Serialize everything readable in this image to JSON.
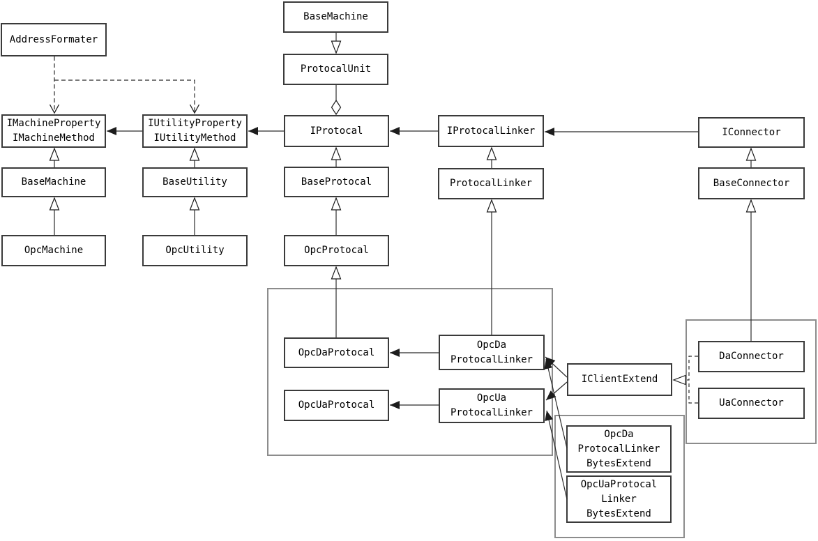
{
  "diagram": {
    "kind": "uml-class-diagram",
    "colors": {
      "background": "#ffffff",
      "line": "#2b2b2b",
      "box_border": "#3a3a3a",
      "group_border": "#8c8c8c",
      "text": "#000000"
    },
    "nodes": {
      "address_formater": {
        "label": "AddressFormater"
      },
      "base_machine_top": {
        "label": "BaseMachine"
      },
      "protocal_unit": {
        "label": "ProtocalUnit"
      },
      "imachine": {
        "label": "IMachineProperty\nIMachineMethod"
      },
      "iutility": {
        "label": "IUtilityProperty\nIUtilityMethod"
      },
      "iprotocal": {
        "label": "IProtocal"
      },
      "iprotocal_linker": {
        "label": "IProtocalLinker"
      },
      "iconnector": {
        "label": "IConnector"
      },
      "base_machine": {
        "label": "BaseMachine"
      },
      "base_utility": {
        "label": "BaseUtility"
      },
      "base_protocal": {
        "label": "BaseProtocal"
      },
      "protocal_linker": {
        "label": "ProtocalLinker"
      },
      "base_connector": {
        "label": "BaseConnector"
      },
      "opc_machine": {
        "label": "OpcMachine"
      },
      "opc_utility": {
        "label": "OpcUtility"
      },
      "opc_protocal": {
        "label": "OpcProtocal"
      },
      "opc_da_protocal": {
        "label": "OpcDaProtocal"
      },
      "opc_da_protocal_linker": {
        "label": "OpcDa\nProtocalLinker"
      },
      "opc_ua_protocal": {
        "label": "OpcUaProtocal"
      },
      "opc_ua_protocal_linker": {
        "label": "OpcUa\nProtocalLinker"
      },
      "iclient_extend": {
        "label": "IClientExtend"
      },
      "da_connector": {
        "label": "DaConnector"
      },
      "ua_connector": {
        "label": "UaConnector"
      },
      "opc_da_protocal_linker_bytes_extend": {
        "label": "OpcDa\nProtocalLinker\nBytesExtend"
      },
      "opc_ua_protocal_linker_bytes_extend": {
        "label": "OpcUaProtocal\nLinker\nBytesExtend"
      }
    },
    "edges": [
      {
        "from": "AddressFormater",
        "to": "IMachineProperty/IMachineMethod",
        "type": "dependency",
        "style": "dashed-open-arrow"
      },
      {
        "from": "AddressFormater",
        "to": "IUtilityProperty/IUtilityMethod",
        "type": "dependency",
        "style": "dashed-open-arrow"
      },
      {
        "from": "IUtilityProperty/IUtilityMethod",
        "to": "IMachineProperty/IMachineMethod",
        "type": "association",
        "style": "solid-filled-arrow"
      },
      {
        "from": "IProtocal",
        "to": "IUtilityProperty/IUtilityMethod",
        "type": "association",
        "style": "solid-filled-arrow"
      },
      {
        "from": "IProtocalLinker",
        "to": "IProtocal",
        "type": "association",
        "style": "solid-filled-arrow"
      },
      {
        "from": "IConnector",
        "to": "IProtocalLinker",
        "type": "association",
        "style": "solid-filled-arrow"
      },
      {
        "from": "BaseMachine (top)",
        "to": "ProtocalUnit",
        "type": "generalization",
        "style": "solid-hollow-triangle"
      },
      {
        "from": "ProtocalUnit",
        "to": "IProtocal",
        "type": "aggregation",
        "style": "solid-hollow-diamond"
      },
      {
        "from": "BaseMachine",
        "to": "IMachineProperty/IMachineMethod",
        "type": "generalization",
        "style": "solid-hollow-triangle"
      },
      {
        "from": "OpcMachine",
        "to": "BaseMachine",
        "type": "generalization",
        "style": "solid-hollow-triangle"
      },
      {
        "from": "BaseUtility",
        "to": "IUtilityProperty/IUtilityMethod",
        "type": "generalization",
        "style": "solid-hollow-triangle"
      },
      {
        "from": "OpcUtility",
        "to": "BaseUtility",
        "type": "generalization",
        "style": "solid-hollow-triangle"
      },
      {
        "from": "BaseProtocal",
        "to": "IProtocal",
        "type": "generalization",
        "style": "solid-hollow-triangle"
      },
      {
        "from": "OpcProtocal",
        "to": "BaseProtocal",
        "type": "generalization",
        "style": "solid-hollow-triangle"
      },
      {
        "from": "OpcDaProtocal",
        "to": "OpcProtocal",
        "type": "generalization",
        "style": "solid-hollow-triangle"
      },
      {
        "from": "ProtocalLinker",
        "to": "IProtocalLinker",
        "type": "generalization",
        "style": "solid-hollow-triangle"
      },
      {
        "from": "OpcDa ProtocalLinker",
        "to": "ProtocalLinker",
        "type": "generalization",
        "style": "solid-hollow-triangle"
      },
      {
        "from": "BaseConnector",
        "to": "IConnector",
        "type": "generalization",
        "style": "solid-hollow-triangle"
      },
      {
        "from": "DaConnector",
        "to": "BaseConnector",
        "type": "generalization",
        "style": "solid-hollow-triangle"
      },
      {
        "from": "OpcDa ProtocalLinker",
        "to": "OpcDaProtocal",
        "type": "association",
        "style": "solid-filled-arrow"
      },
      {
        "from": "OpcUa ProtocalLinker",
        "to": "OpcUaProtocal",
        "type": "association",
        "style": "solid-filled-arrow"
      },
      {
        "from": "IClientExtend",
        "to": "OpcDa ProtocalLinker",
        "type": "association",
        "style": "solid-filled-arrow"
      },
      {
        "from": "IClientExtend",
        "to": "OpcUa ProtocalLinker",
        "type": "association",
        "style": "solid-filled-arrow"
      },
      {
        "from": "OpcDa ProtocalLinker BytesExtend",
        "to": "OpcDa ProtocalLinker",
        "type": "association",
        "style": "solid-filled-arrow"
      },
      {
        "from": "OpcUaProtocal Linker BytesExtend",
        "to": "OpcUa ProtocalLinker",
        "type": "association",
        "style": "solid-filled-arrow"
      },
      {
        "from": "DaConnector",
        "to": "IClientExtend",
        "type": "realization",
        "style": "dashed-hollow-triangle"
      },
      {
        "from": "UaConnector",
        "to": "IClientExtend",
        "type": "realization",
        "style": "dashed-hollow-triangle"
      }
    ]
  }
}
